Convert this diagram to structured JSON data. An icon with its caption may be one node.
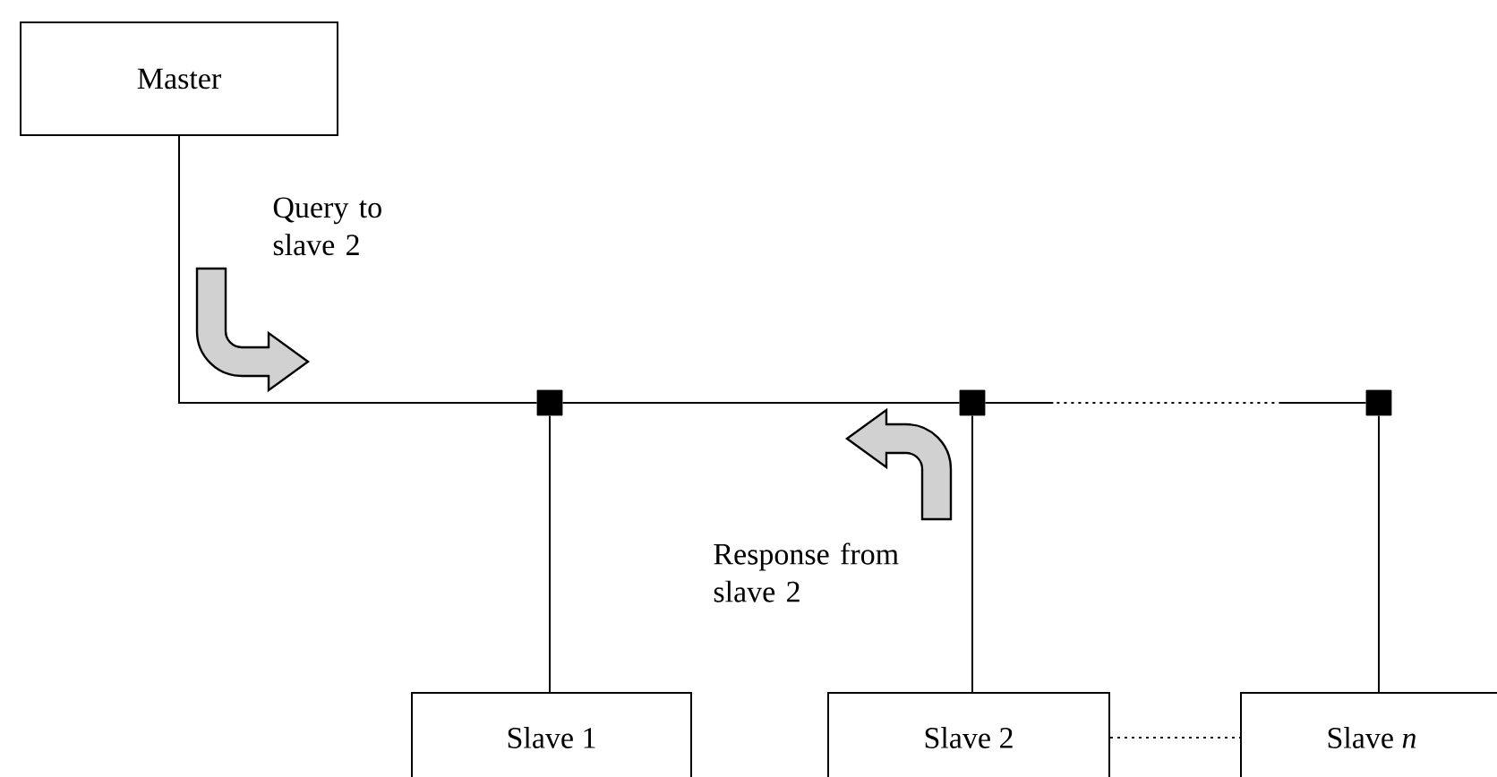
{
  "diagram": {
    "nodes": [
      {
        "text": [
          "Master"
        ]
      },
      {
        "text": [
          "Slave 1"
        ]
      },
      {
        "text": [
          "Slave 2"
        ]
      },
      {
        "text": [
          "Slave *n*"
        ]
      },
      {
        "text": [],
        "shape": "box"
      },
      {
        "text": [],
        "shape": "box"
      },
      {
        "text": [],
        "shape": "box"
      }
    ],
    "edges": [
      {
        "from": 0,
        "to": 4,
        "arrow": "none"
      },
      {
        "from": 4,
        "to": 5,
        "arrow": "none"
      },
      {
        "from": 5,
        "to": 6,
        "arrow": "none",
        "style": "dashed"
      },
      {
        "from": 4,
        "to": 1,
        "arrow": "none"
      },
      {
        "from": 5,
        "to": 2,
        "arrow": "none"
      },
      {
        "from": 6,
        "to": 3,
        "arrow": "none"
      },
      {
        "from": 2,
        "to": 3,
        "arrow": "none",
        "style": "dashed"
      }
    ],
    "labels": [
      "Query to slave 2",
      "Response from slave 2"
    ]
  }
}
